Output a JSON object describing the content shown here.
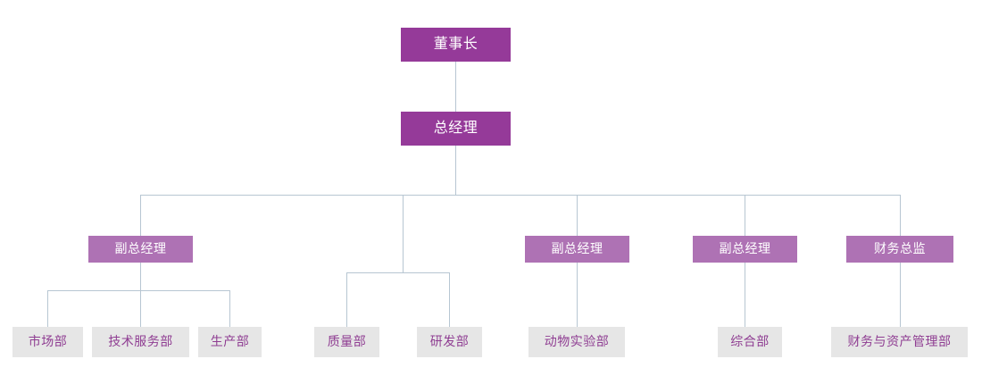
{
  "chart": {
    "type": "org-chart",
    "title": "",
    "colors": {
      "level1_box": "#953A99",
      "level2_box": "#953A99",
      "level3_box": "#AE72B4",
      "leaf_box": "#E6E6E6",
      "leaf_text": "#8F3D92",
      "box_text": "#FFFFFF",
      "connector_line": "#B7C6D2",
      "background": "#FFFFFF"
    },
    "nodes": {
      "chairman": "董事长",
      "general_manager": "总经理",
      "deputy_gm_1": "副总经理",
      "deputy_gm_2": "副总经理",
      "deputy_gm_3": "副总经理",
      "cfo": "财务总监",
      "dept_market": "市场部",
      "dept_tech_service": "技术服务部",
      "dept_production": "生产部",
      "dept_quality": "质量部",
      "dept_rnd": "研发部",
      "dept_animal_lab": "动物实验部",
      "dept_general_affairs": "综合部",
      "dept_finance_asset": "财务与资产管理部"
    }
  }
}
